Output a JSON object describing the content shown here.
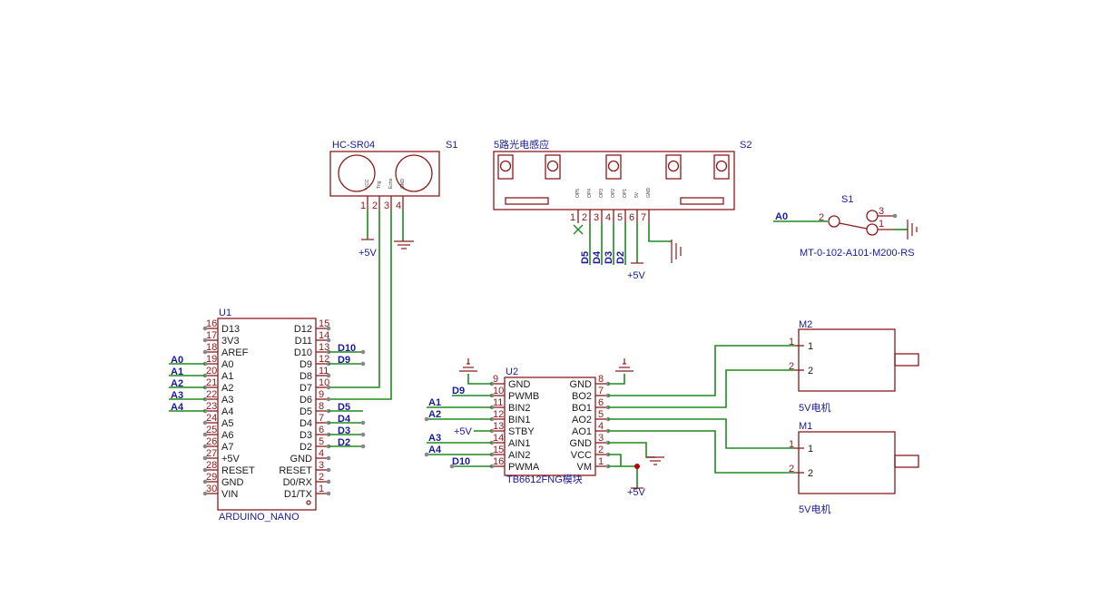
{
  "u1": {
    "ref": "U1",
    "value": "ARDUINO_NANO",
    "left_pins": [
      {
        "num": "16",
        "name": "D13"
      },
      {
        "num": "17",
        "name": "3V3"
      },
      {
        "num": "18",
        "name": "AREF"
      },
      {
        "num": "19",
        "name": "A0"
      },
      {
        "num": "20",
        "name": "A1"
      },
      {
        "num": "21",
        "name": "A2"
      },
      {
        "num": "22",
        "name": "A3"
      },
      {
        "num": "23",
        "name": "A4"
      },
      {
        "num": "24",
        "name": "A5"
      },
      {
        "num": "25",
        "name": "A6"
      },
      {
        "num": "26",
        "name": "A7"
      },
      {
        "num": "27",
        "name": "+5V"
      },
      {
        "num": "28",
        "name": "RESET"
      },
      {
        "num": "29",
        "name": "GND"
      },
      {
        "num": "30",
        "name": "VIN"
      }
    ],
    "right_pins": [
      {
        "num": "15",
        "name": "D12"
      },
      {
        "num": "14",
        "name": "D11"
      },
      {
        "num": "13",
        "name": "D10"
      },
      {
        "num": "12",
        "name": "D9"
      },
      {
        "num": "11",
        "name": "D8"
      },
      {
        "num": "10",
        "name": "D7"
      },
      {
        "num": "9",
        "name": "D6"
      },
      {
        "num": "8",
        "name": "D5"
      },
      {
        "num": "7",
        "name": "D4"
      },
      {
        "num": "6",
        "name": "D3"
      },
      {
        "num": "5",
        "name": "D2"
      },
      {
        "num": "4",
        "name": "GND"
      },
      {
        "num": "3",
        "name": "RESET"
      },
      {
        "num": "2",
        "name": "D0/RX"
      },
      {
        "num": "1",
        "name": "D1/TX"
      }
    ],
    "net_labels": {
      "a0": "A0",
      "a1": "A1",
      "a2": "A2",
      "a3": "A3",
      "a4": "A4",
      "d10": "D10",
      "d9": "D9",
      "d5": "D5",
      "d4": "D4",
      "d3": "D3",
      "d2": "D2"
    }
  },
  "u2": {
    "ref": "U2",
    "value": "TB6612FNG模块",
    "left_pins": [
      {
        "num": "9",
        "name": "GND"
      },
      {
        "num": "10",
        "name": "PWMB"
      },
      {
        "num": "11",
        "name": "BIN2"
      },
      {
        "num": "12",
        "name": "BIN1"
      },
      {
        "num": "13",
        "name": "STBY"
      },
      {
        "num": "14",
        "name": "AIN1"
      },
      {
        "num": "15",
        "name": "AIN2"
      },
      {
        "num": "16",
        "name": "PWMA"
      }
    ],
    "right_pins": [
      {
        "num": "8",
        "name": "GND"
      },
      {
        "num": "7",
        "name": "BO2"
      },
      {
        "num": "6",
        "name": "BO1"
      },
      {
        "num": "5",
        "name": "AO2"
      },
      {
        "num": "4",
        "name": "AO1"
      },
      {
        "num": "3",
        "name": "GND"
      },
      {
        "num": "2",
        "name": "VCC"
      },
      {
        "num": "1",
        "name": "VM"
      }
    ],
    "net_labels": {
      "d9": "D9",
      "a1": "A1",
      "a2": "A2",
      "stby_power": "+5V",
      "a3": "A3",
      "a4": "A4",
      "d10": "D10",
      "vm_power": "+5V"
    }
  },
  "hc_sr04": {
    "value": "HC-SR04",
    "ref": "S1",
    "pins": [
      "1",
      "2",
      "3",
      "4"
    ],
    "pin_labels": [
      "VCC",
      "Trig",
      "Echo",
      "GND"
    ],
    "power": "+5V"
  },
  "sensor5": {
    "value": "5路光电感应",
    "ref": "S2",
    "pins": [
      "1",
      "2",
      "3",
      "4",
      "5",
      "6",
      "7"
    ],
    "pin_labels": [
      "OP5",
      "OP4",
      "OP3",
      "OP2",
      "OP1",
      "5V",
      "GND"
    ],
    "net_labels": [
      "D5",
      "D4",
      "D3",
      "D2"
    ],
    "power": "+5V"
  },
  "switch": {
    "ref": "S1",
    "value": "MT-0-102-A101-M200-RS",
    "pins": {
      "common": "2",
      "a": "3",
      "b": "1"
    },
    "net": "A0"
  },
  "m2": {
    "ref": "M2",
    "value": "5V电机",
    "pins": [
      "1",
      "2"
    ],
    "inner": [
      "1",
      "2"
    ]
  },
  "m1": {
    "ref": "M1",
    "value": "5V电机",
    "pins": [
      "1",
      "2"
    ],
    "inner": [
      "1",
      "2"
    ]
  },
  "colors": {
    "body": "#8b1a1a",
    "wire": "#1e8a1e",
    "label": "#1a1a9c",
    "junction": "#c00000"
  }
}
